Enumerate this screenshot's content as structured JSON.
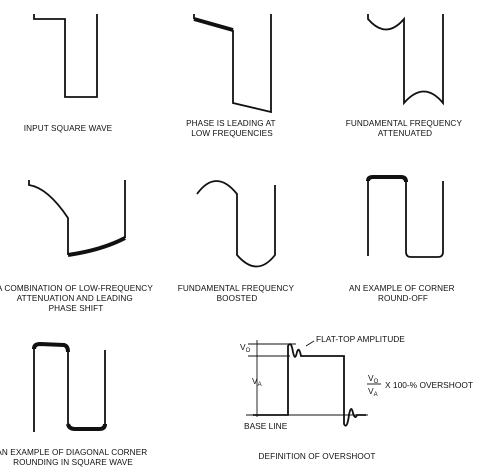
{
  "panels": [
    {
      "caption": [
        "INPUT SQUARE WAVE"
      ]
    },
    {
      "caption": [
        "PHASE IS LEADING AT",
        "LOW FREQUENCIES"
      ]
    },
    {
      "caption": [
        "FUNDAMENTAL FREQUENCY",
        "ATTENUATED"
      ]
    },
    {
      "caption": [
        "A COMBINATION OF LOW-FREQUENCY",
        "ATTENUATION AND LEADING",
        "PHASE SHIFT"
      ]
    },
    {
      "caption": [
        "FUNDAMENTAL FREQUENCY",
        "BOOSTED"
      ]
    },
    {
      "caption": [
        "AN EXAMPLE OF CORNER",
        "ROUND-OFF"
      ]
    },
    {
      "caption": [
        "AN EXAMPLE OF DIAGONAL CORNER",
        "ROUNDING IN SQUARE WAVE"
      ]
    }
  ],
  "overshoot": {
    "caption": "DEFINITION OF OVERSHOOT",
    "flat_top_label": "FLAT-TOP AMPLITUDE",
    "vo_label": "V",
    "vo_sub": "O",
    "va_label": "V",
    "va_sub": "A",
    "base_line_label": "BASE LINE",
    "formula_suffix": "X 100-% OVERSHOOT"
  }
}
